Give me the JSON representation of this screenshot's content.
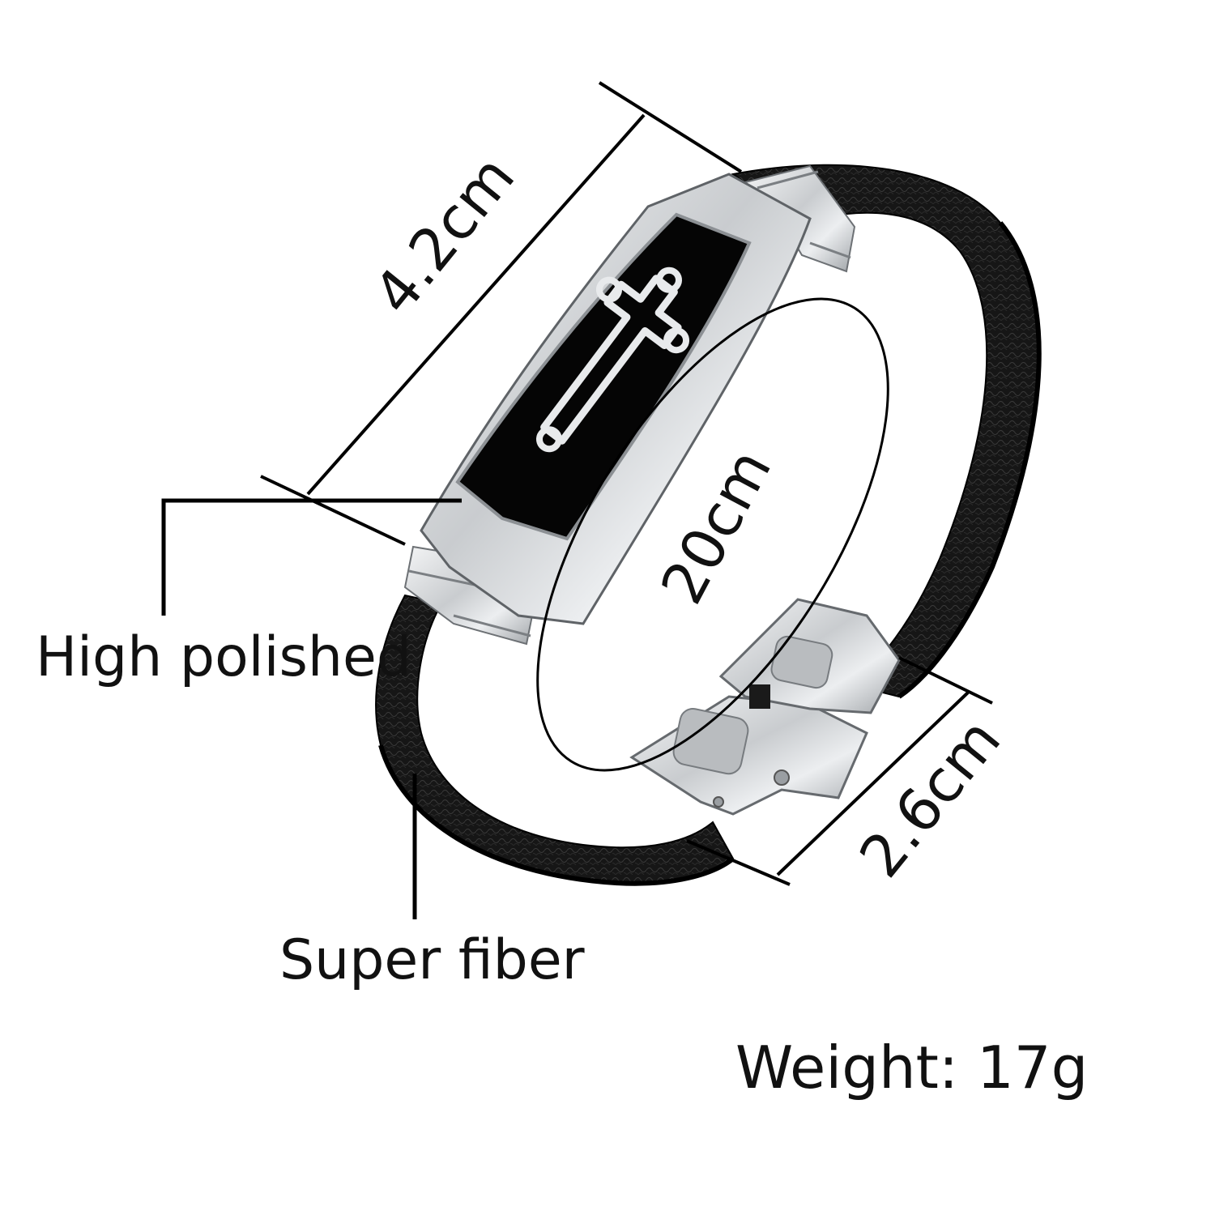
{
  "product": {
    "dimensions": {
      "plate_length": "4.2cm",
      "circumference": "20cm",
      "band_width": "2.6cm"
    },
    "features": {
      "finish": "High polished",
      "band_material": "Super fiber"
    },
    "weight": "Weight: 17g"
  },
  "colors": {
    "background": "#ffffff",
    "leather": "#141414",
    "steel": "#d8dadc",
    "enamel": "#050505",
    "text": "#111111"
  },
  "icons": {
    "emblem": "cross-icon"
  }
}
